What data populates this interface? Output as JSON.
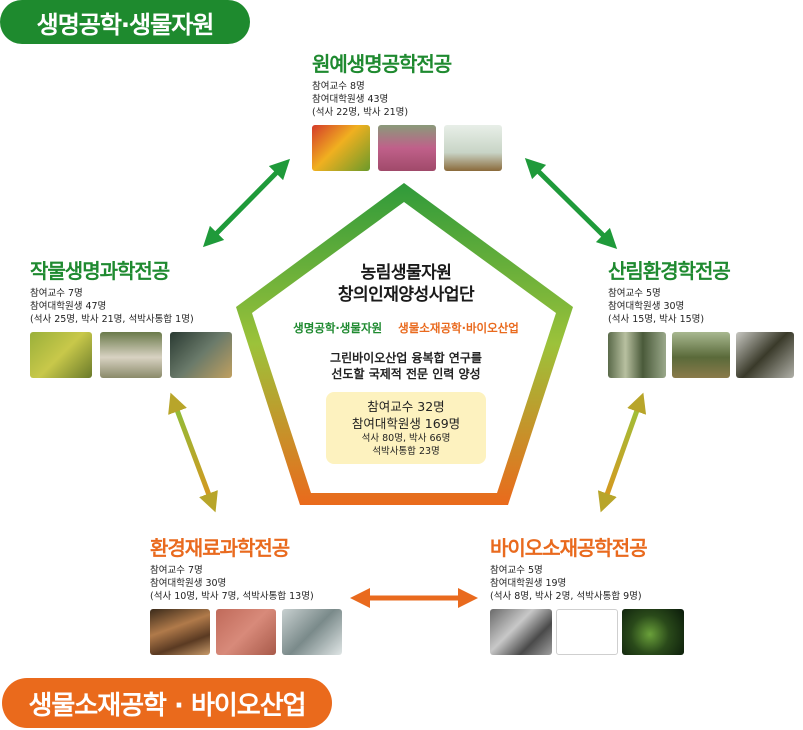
{
  "labels": {
    "top_pill": "생명공학·생물자원",
    "bottom_pill": "생물소재공학 · 바이오산업"
  },
  "center": {
    "title_line1": "농림생물자원",
    "title_line2": "창의인재양성사업단",
    "tag_green": "생명공학·생물자원",
    "tag_orange": "생물소재공학·바이오산업",
    "desc_line1": "그린바이오산업 융복합 연구를",
    "desc_line2": "선도할 국제적 전문 인력 양성",
    "stats": {
      "professors": "참여교수 32명",
      "students": "참여대학원생 169명",
      "breakdown1": "석사 80명, 박사 66명",
      "breakdown2": "석박사통합 23명"
    }
  },
  "departments": [
    {
      "name": "원예생명공학전공",
      "professors": "참여교수 8명",
      "students": "참여대학원생 43명",
      "breakdown": "(석사 22명, 박사 21명)"
    },
    {
      "name": "작물생명과학전공",
      "professors": "참여교수 7명",
      "students": "참여대학원생 47명",
      "breakdown": "(석사 25명, 박사 21명, 석박사통합 1명)"
    },
    {
      "name": "산림환경학전공",
      "professors": "참여교수 5명",
      "students": "참여대학원생 30명",
      "breakdown": "(석사 15명, 박사 15명)"
    },
    {
      "name": "환경재료과학전공",
      "professors": "참여교수 7명",
      "students": "참여대학원생 30명",
      "breakdown": "(석사 10명, 박사 7명, 석박사통합 13명)"
    },
    {
      "name": "바이오소재공학전공",
      "professors": "참여교수 5명",
      "students": "참여대학원생 19명",
      "breakdown": "(석사 8명, 박사 2명, 석박사통합 9명)"
    }
  ],
  "colors": {
    "green": "#1f8a30",
    "orange": "#e96a1e",
    "stats_box": "#fdf2bf"
  }
}
